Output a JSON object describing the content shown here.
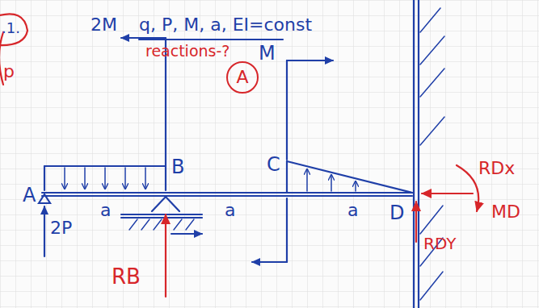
{
  "diagram": {
    "title": "q, P, M, a, EI=const",
    "nodes": [
      {
        "text": [
          "A"
        ]
      }
    ],
    "labels": [
      ".1.",
      "p",
      "reactions-?",
      "M",
      "2M",
      "A",
      "B",
      "C",
      "a",
      "a",
      "a",
      "D",
      "2P",
      "RB",
      "RDx",
      "MD",
      "RDY"
    ]
  }
}
